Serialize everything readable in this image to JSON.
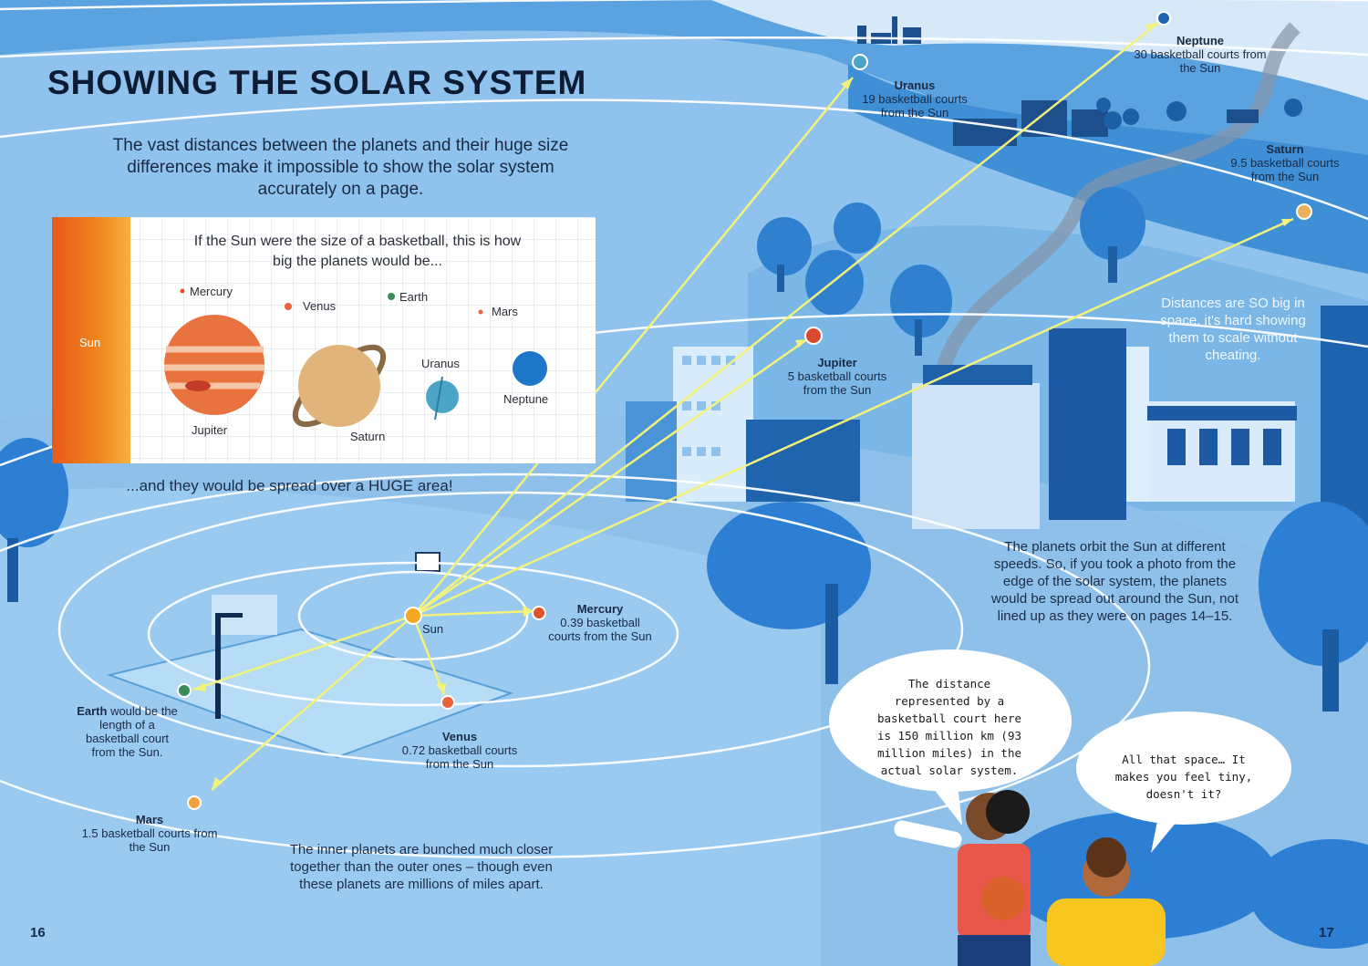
{
  "title": "SHOWING THE SOLAR SYSTEM",
  "intro": "The vast distances between the planets and their huge size differences make it impossible to show the solar system accurately on a page.",
  "scale_box": {
    "caption": "If the Sun were the size of a basketball, this is how big the planets would be...",
    "labels": {
      "sun": "Sun",
      "mercury": "Mercury",
      "venus": "Venus",
      "earth": "Earth",
      "mars": "Mars",
      "jupiter": "Jupiter",
      "saturn": "Saturn",
      "uranus": "Uranus",
      "neptune": "Neptune"
    }
  },
  "spread_text": "...and they would be spread over a HUGE area!",
  "orbit_labels": {
    "sun": "Sun",
    "mercury": {
      "name": "Mercury",
      "text": "0.39 basketball courts from the Sun"
    },
    "venus": {
      "name": "Venus",
      "text": "0.72 basketball courts from the Sun"
    },
    "earth": {
      "name": "Earth",
      "text": "would be the length of a basketball court from the Sun."
    },
    "mars": {
      "name": "Mars",
      "text": "1.5 basketball courts from the Sun"
    },
    "jupiter": {
      "name": "Jupiter",
      "text": "5 basketball courts from the Sun"
    },
    "saturn": {
      "name": "Saturn",
      "text": "9.5 basketball courts from the Sun"
    },
    "uranus": {
      "name": "Uranus",
      "text": "19 basketball courts from the Sun"
    },
    "neptune": {
      "name": "Neptune",
      "text": "30 basketball courts from the Sun"
    }
  },
  "notes": {
    "distances": "Distances are SO big in space, it's hard showing them to scale without cheating.",
    "speeds": "The planets orbit the Sun at different speeds. So, if you took a photo from the edge of the solar system, the planets would be spread out around the Sun, not lined up as they were on pages 14–15.",
    "inner": "The inner planets are bunched much closer together than the outer ones – though even these planets are millions of miles apart."
  },
  "bubbles": {
    "left": "The distance represented by a basketball court here is 150 million km (93 million miles) in the actual solar system.",
    "right": "All that space… It makes you feel tiny, doesn't it?"
  },
  "page_numbers": {
    "left": "16",
    "right": "17"
  },
  "colors": {
    "sky": "#8fc2ec",
    "arrow": "#f3f27a",
    "title": "#0d1b33",
    "orbit": "#ffffff"
  }
}
